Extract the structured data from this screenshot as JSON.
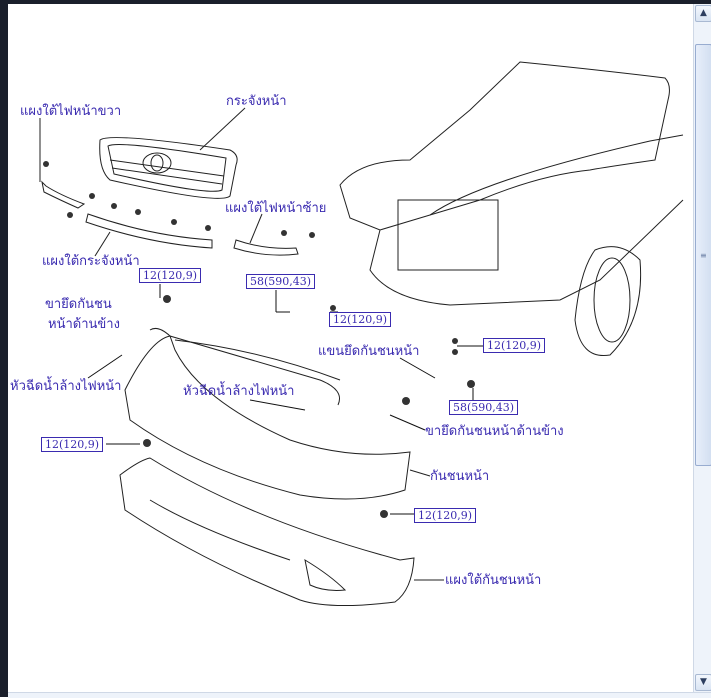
{
  "diagram": {
    "labels": {
      "right_headlamp_panel": "แผงใต้ไฟหน้าขวา",
      "grille": "กระจังหน้า",
      "left_headlamp_panel": "แผงใต้ไฟหน้าซ้าย",
      "grille_lower_panel": "แผงใต้กระจังหน้า",
      "side_bumper_bracket_line1": "ขายึดกันชน",
      "side_bumper_bracket_line2": "หน้าด้านข้าง",
      "bumper_arm": "แขนยึดกันชนหน้า",
      "washer_nozzle_left": "หัวฉีดน้ำล้างไฟหน้า",
      "washer_nozzle_center": "หัวฉีดน้ำล้างไฟหน้า",
      "side_bumper_bracket_right": "ขายึดกันชนหน้าด้านข้าง",
      "front_bumper": "กันชนหน้า",
      "bumper_lower_panel": "แผงใต้กันชนหน้า"
    },
    "torque_specs": [
      "12(120,9)",
      "58(590,43)",
      "12(120,9)",
      "12(120,9)",
      "58(590,43)",
      "12(120,9)",
      "12(120,9)"
    ],
    "label_color": "#3a2bb0"
  },
  "scrollbar": {
    "up_icon": "chevron-up",
    "down_icon": "chevron-down",
    "grip_icon": "grip-lines"
  }
}
